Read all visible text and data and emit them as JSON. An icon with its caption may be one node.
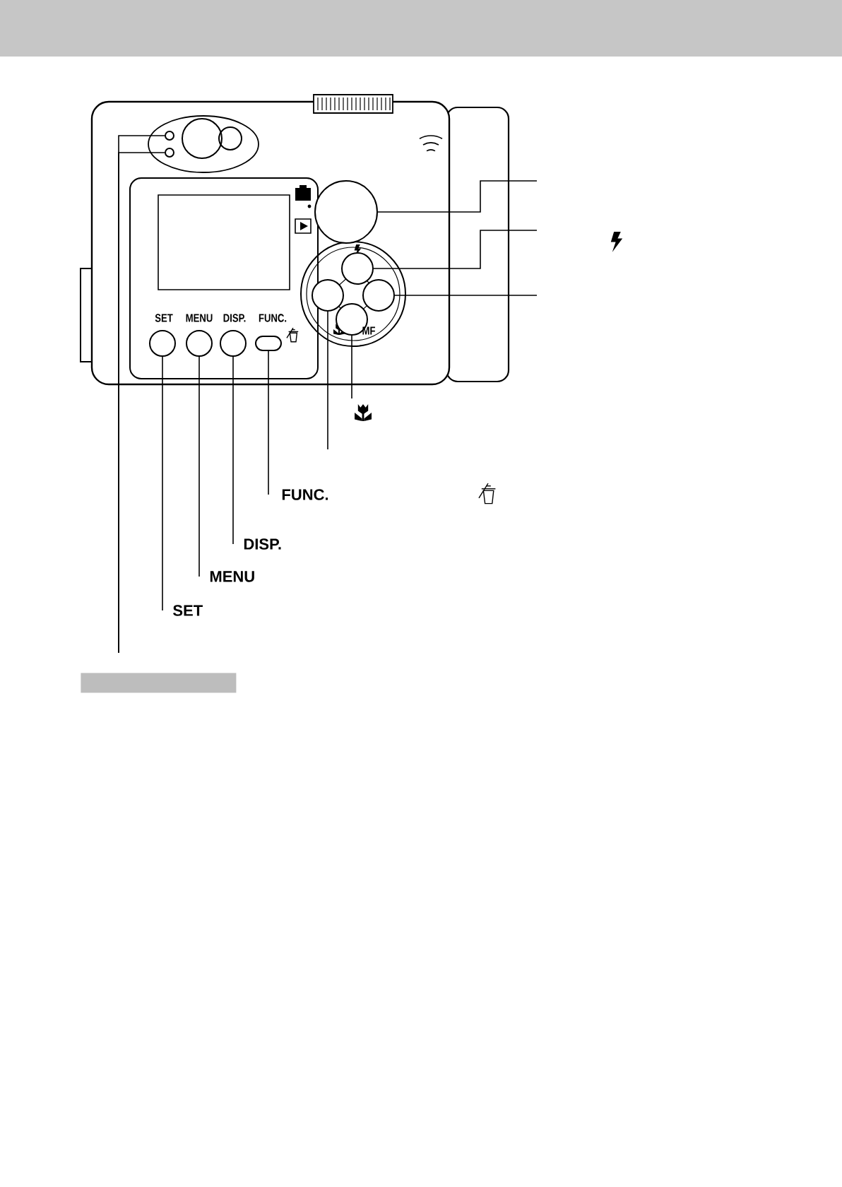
{
  "diagram": {
    "nodes": [
      {
        "text": [],
        "shape": "picture"
      },
      {
        "text": [],
        "shape": "circle",
        "in": 0
      },
      {
        "text": [],
        "shape": "circle",
        "in": 0
      },
      {
        "text": [],
        "shape": "circle",
        "in": 0
      },
      {
        "text": [],
        "shape": "circle",
        "in": 0
      },
      {
        "text": [],
        "shape": "circle",
        "in": 0
      },
      {
        "text": [],
        "shape": "circle",
        "in": 0
      },
      {
        "text": [],
        "shape": "circle",
        "in": 0
      },
      {
        "text": [],
        "shape": "box",
        "in": 0
      },
      {
        "text": [],
        "shape": "circle",
        "in": 0
      },
      {
        "text": [],
        "shape": "circle",
        "in": 0
      },
      {
        "text": [],
        "shape": "circle",
        "in": 0
      },
      {
        "text": [
          "FUNC."
        ]
      },
      {
        "text": [
          "DISP."
        ]
      },
      {
        "text": [
          "MENU"
        ]
      },
      {
        "text": [
          "SET"
        ]
      },
      {
        "text": [],
        "shape": "bar"
      }
    ],
    "edges": [
      {
        "from": null,
        "to": 1,
        "arrow": "none"
      },
      {
        "from": null,
        "to": 2,
        "arrow": "none"
      },
      {
        "from": null,
        "to": 3,
        "arrow": "none"
      },
      {
        "from": null,
        "to": 4,
        "arrow": "none"
      },
      {
        "from": null,
        "to": 5,
        "arrow": "none"
      },
      {
        "from": null,
        "to": 6,
        "arrow": "none"
      },
      {
        "from": null,
        "to": 7,
        "arrow": "none"
      },
      {
        "from": 12,
        "to": 8,
        "arrow": "none"
      },
      {
        "from": 13,
        "to": 9,
        "arrow": "none"
      },
      {
        "from": 14,
        "to": 10,
        "arrow": "none"
      },
      {
        "from": 15,
        "to": 11,
        "arrow": "none"
      }
    ],
    "labels": [
      "SET",
      "MENU",
      "DISP.",
      "FUNC.",
      "MF"
    ]
  }
}
